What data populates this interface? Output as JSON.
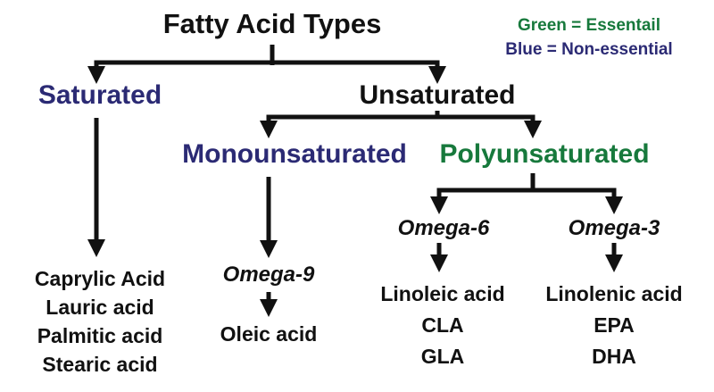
{
  "title": "Fatty Acid Types",
  "legend": {
    "green_label": "Green = Essentail",
    "blue_label": "Blue = Non-essential"
  },
  "colors": {
    "essential_green": "#17793C",
    "non_essential_blue": "#2B2A74",
    "text_black": "#111111",
    "background": "#FFFFFF"
  },
  "tree": {
    "saturated": {
      "label": "Saturated",
      "items": [
        "Caprylic Acid",
        "Lauric acid",
        "Palmitic acid",
        "Stearic acid"
      ]
    },
    "unsaturated": {
      "label": "Unsaturated"
    },
    "monounsaturated": {
      "label": "Monounsaturated",
      "subgroup": "Omega-9",
      "items": [
        "Oleic acid"
      ]
    },
    "polyunsaturated": {
      "label": "Polyunsaturated"
    },
    "omega6": {
      "label": "Omega-6",
      "items": [
        "Linoleic acid",
        "CLA",
        "GLA"
      ]
    },
    "omega3": {
      "label": "Omega-3",
      "items": [
        "Linolenic acid",
        "EPA",
        "DHA"
      ]
    }
  }
}
